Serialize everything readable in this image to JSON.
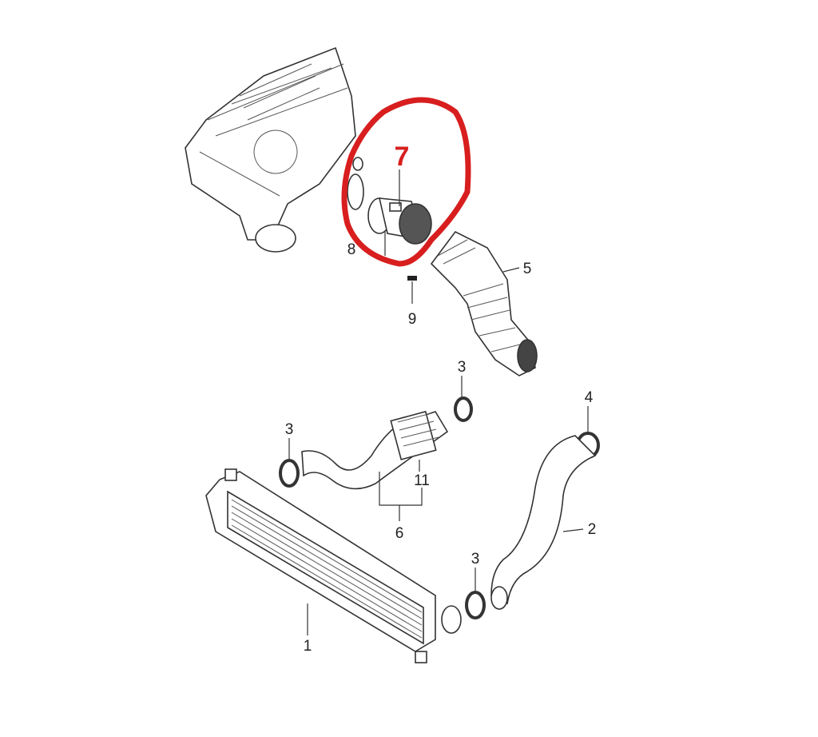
{
  "diagram": {
    "highlight_color": "#d81e1e",
    "highlight_label": "7",
    "callouts": {
      "intercooler": "1",
      "hose_right": "2",
      "clamp_top": "3",
      "clamp_left": "3",
      "clamp_bottom": "3",
      "clamp_right": "4",
      "intake_duct": "5",
      "pipe_assembly": "6",
      "gasket": "8",
      "bolt": "9",
      "resonator": "11"
    }
  }
}
